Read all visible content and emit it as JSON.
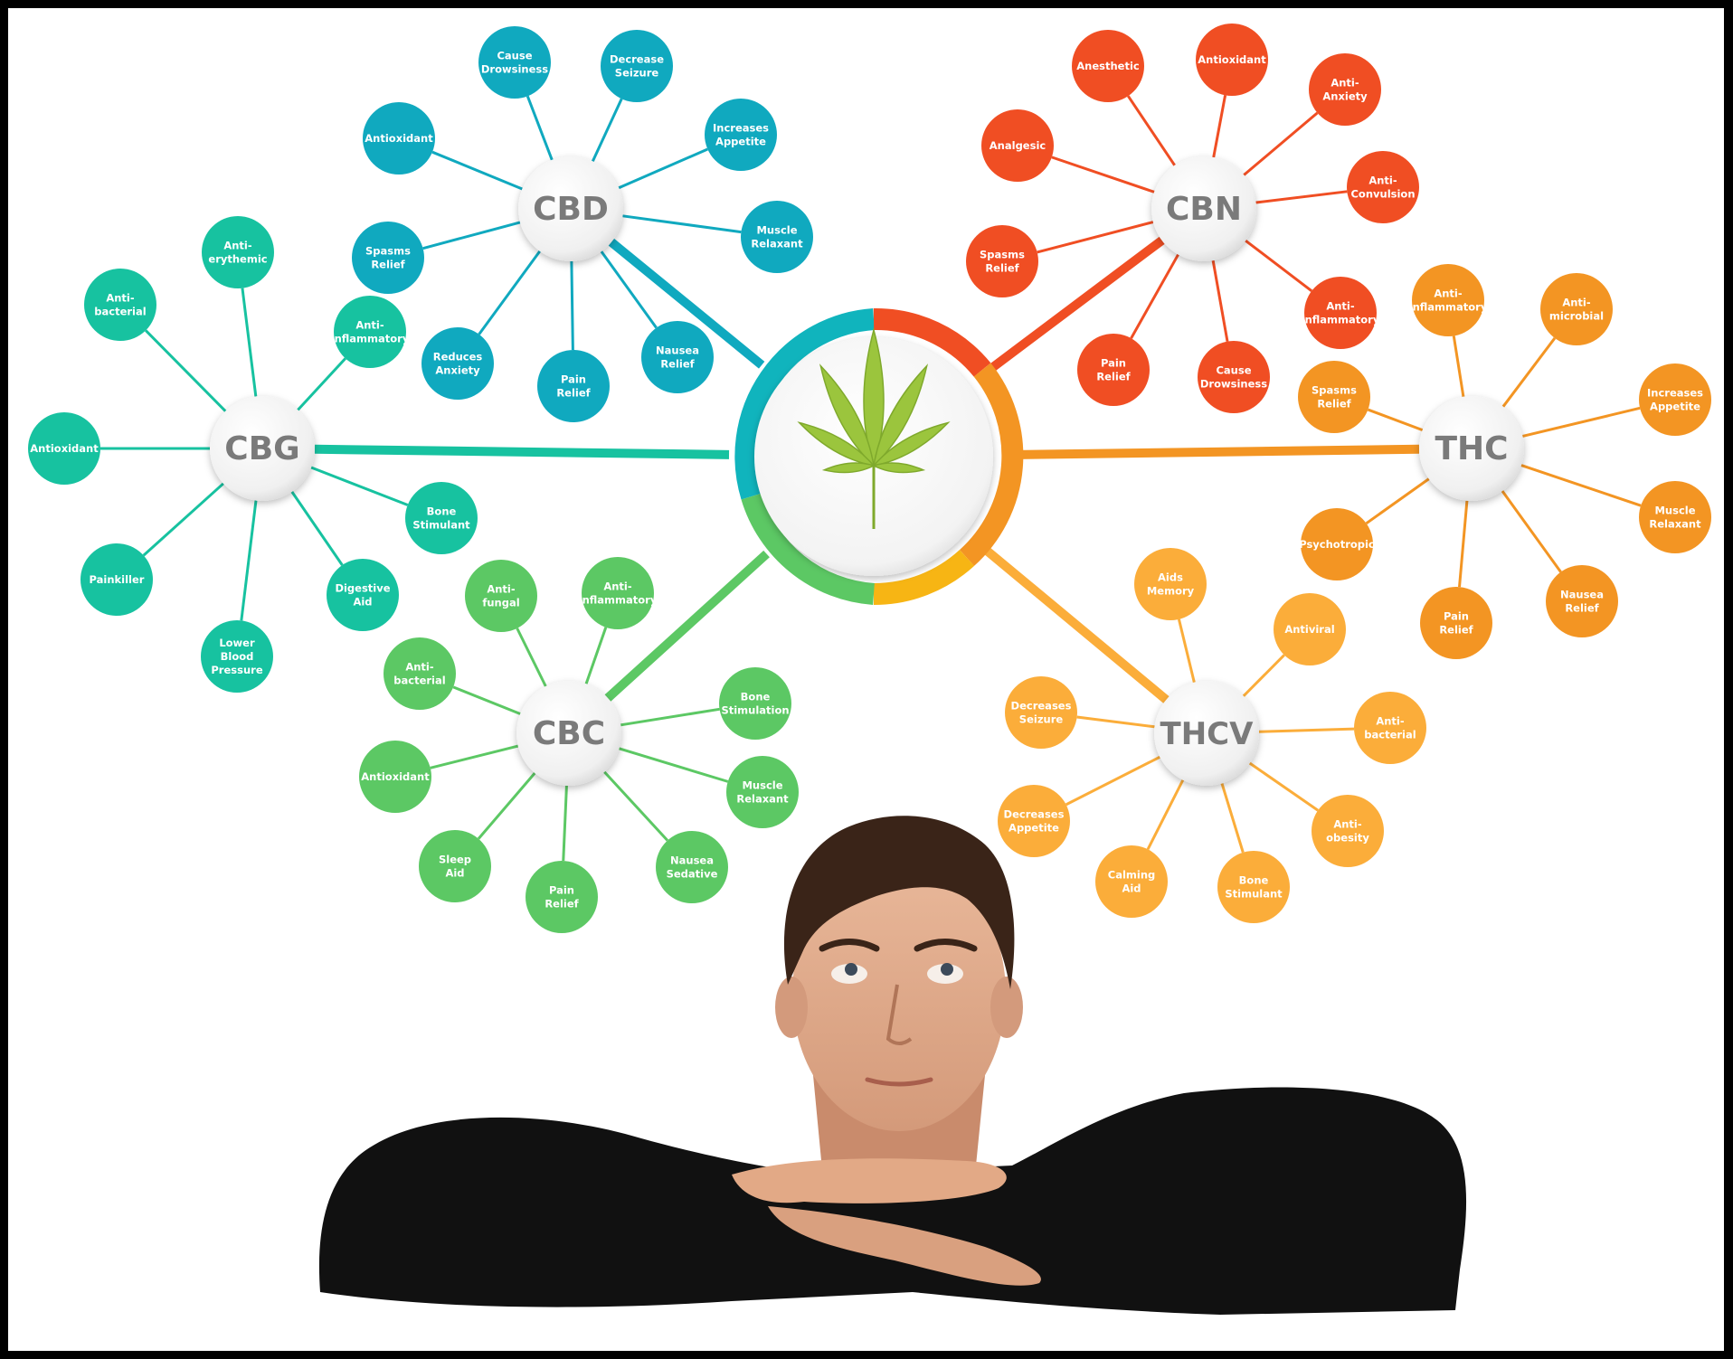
{
  "hubs": [
    {
      "id": "cbd",
      "label": "CBD",
      "color": "#10a9bf",
      "leaves": [
        "Cause Drowsiness",
        "Decrease Seizure",
        "Increases Appetite",
        "Muscle Relaxant",
        "Nausea Relief",
        "Pain Relief",
        "Reduces Anxiety",
        "Spasms Relief",
        "Antioxidant"
      ]
    },
    {
      "id": "cbn",
      "label": "CBN",
      "color": "#f04e23",
      "leaves": [
        "Antioxidant",
        "Anti-Anxiety",
        "Anti-Convulsion",
        "Anti-inflammatory",
        "Cause Drowsiness",
        "Pain Relief",
        "Spasms Relief",
        "Analgesic",
        "Anesthetic"
      ]
    },
    {
      "id": "cbg",
      "label": "CBG",
      "color": "#17c2a0",
      "leaves": [
        "Anti-erythemic",
        "Anti-inflammatory",
        "Bone Stimulant",
        "Digestive Aid",
        "Lower Blood Pressure",
        "Painkiller",
        "Antioxidant",
        "Anti-bacterial"
      ]
    },
    {
      "id": "thc",
      "label": "THC",
      "color": "#f39523",
      "leaves": [
        "Anti-microbial",
        "Increases Appetite",
        "Muscle Relaxant",
        "Nausea Relief",
        "Pain Relief",
        "Psychotropic",
        "Spasms Relief",
        "Anti-inflammatory"
      ]
    },
    {
      "id": "cbc",
      "label": "CBC",
      "color": "#5cc864",
      "leaves": [
        "Anti-inflammatory",
        "Bone Stimulation",
        "Muscle Relaxant",
        "Nausea Sedative",
        "Pain Relief",
        "Sleep Aid",
        "Antioxidant",
        "Anti-bacterial",
        "Anti-fungal"
      ]
    },
    {
      "id": "thcv",
      "label": "THCV",
      "color": "#fbad3a",
      "leaves": [
        "Antiviral",
        "Anti-bacterial",
        "Anti-obesity",
        "Bone Stimulant",
        "Calming Aid",
        "Decreases Appetite",
        "Decreases Seizure",
        "Aids Memory"
      ]
    }
  ],
  "center": {
    "icon": "cannabis-leaf-icon",
    "leaf_color": "#9bc53d"
  },
  "photo": {
    "subject": "man-resting-chin-on-arms"
  }
}
